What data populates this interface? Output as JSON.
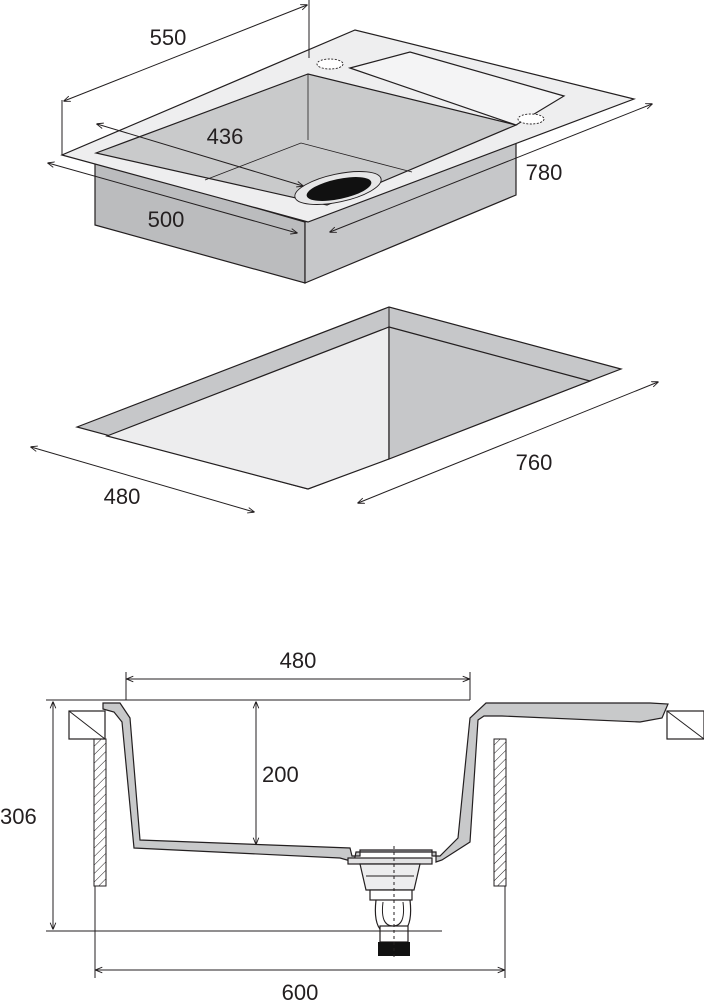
{
  "top_view": {
    "dimensions": {
      "width": "550",
      "bowl_inner": "436",
      "bowl_outer": "500",
      "length": "780"
    }
  },
  "cutout_view": {
    "dimensions": {
      "width": "480",
      "length": "760"
    }
  },
  "section_view": {
    "dimensions": {
      "bowl_width": "480",
      "bowl_depth": "200",
      "total_height": "306",
      "cabinet_width": "600"
    }
  },
  "colors": {
    "line": "#231f20",
    "sink_top": "#eeeeef",
    "bowl": "#c9cacb",
    "side": "#bbbcbe",
    "cutout_wall": "#c6c7c9",
    "cutout_floor": "#ededee",
    "section_fill": "#c8c9ca",
    "drain": "#111111"
  }
}
